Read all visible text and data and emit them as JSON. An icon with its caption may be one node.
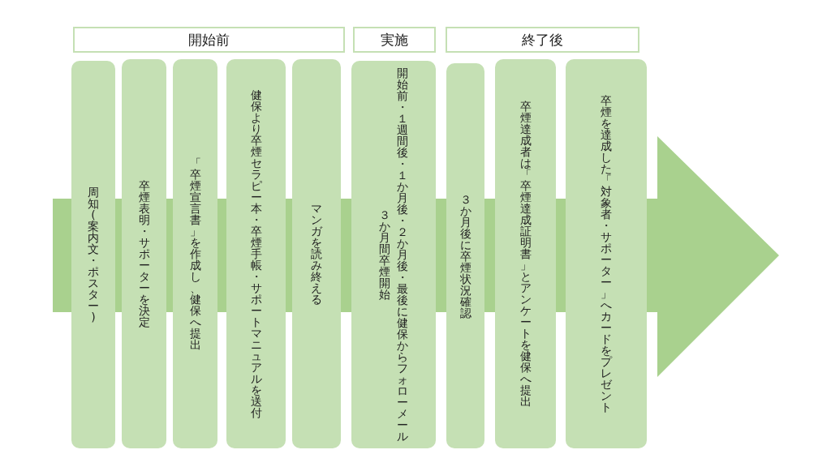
{
  "diagram": {
    "nodes": [
      {
        "text": [
          "開始前"
        ]
      },
      {
        "text": [
          "実施"
        ]
      },
      {
        "text": [
          "終了後"
        ]
      },
      {
        "text": [
          "周知(案内文・ポスター)"
        ]
      },
      {
        "text": [
          "卒煙表明・サポーターを決定"
        ]
      },
      {
        "text": [
          "「卒煙宣言書」を作成し、健保へ提出"
        ]
      },
      {
        "text": [
          "健保より卒煙セラピー本・卒煙手帳・サポートマニュアルを送付"
        ]
      },
      {
        "text": [
          "マンガを読み終える"
        ]
      },
      {
        "text": [
          "３か月間卒煙開始",
          "開始前・１週間後・１か月後・２か月後・最後に健保からフォローメール"
        ]
      },
      {
        "text": [
          "３か月後に卒煙状況確認"
        ]
      },
      {
        "text": [
          "卒煙達成者は「卒煙達成証明書」とアンケートを健保へ提出"
        ]
      },
      {
        "text": [
          "卒煙を達成した「対象者・サポーター」へカードをプレゼント"
        ]
      }
    ]
  }
}
